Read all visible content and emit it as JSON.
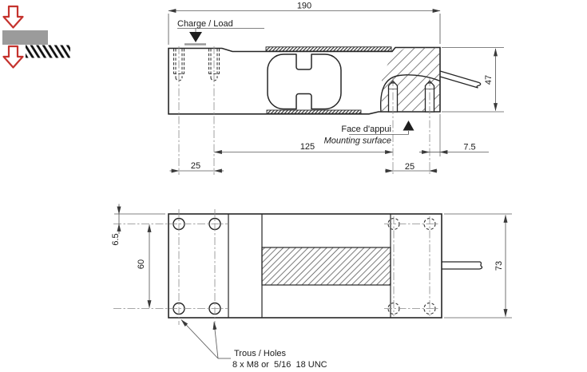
{
  "application_icon": {
    "arrow_color": "#c5332e",
    "bar_color": "#9b9b9b"
  },
  "side_view": {
    "labels": {
      "load_fr": "Charge / ",
      "load_en": "Load",
      "mounting_fr": "Face d'appui",
      "mounting_en": "Mounting surface"
    },
    "dims": {
      "overall_length": "190",
      "height": "47",
      "load_hole_spacing": "25",
      "load_to_mount": "125",
      "mount_hole_spacing": "25",
      "mount_to_edge": "7.5"
    }
  },
  "plan_view": {
    "labels": {
      "holes_fr": "Trous / ",
      "holes_en": "Holes",
      "holes_spec": "8 x M8 or  5/16  18 UNC"
    },
    "dims": {
      "width": "73",
      "edge_to_hole": "6.5",
      "hole_row_spacing": "60"
    }
  }
}
